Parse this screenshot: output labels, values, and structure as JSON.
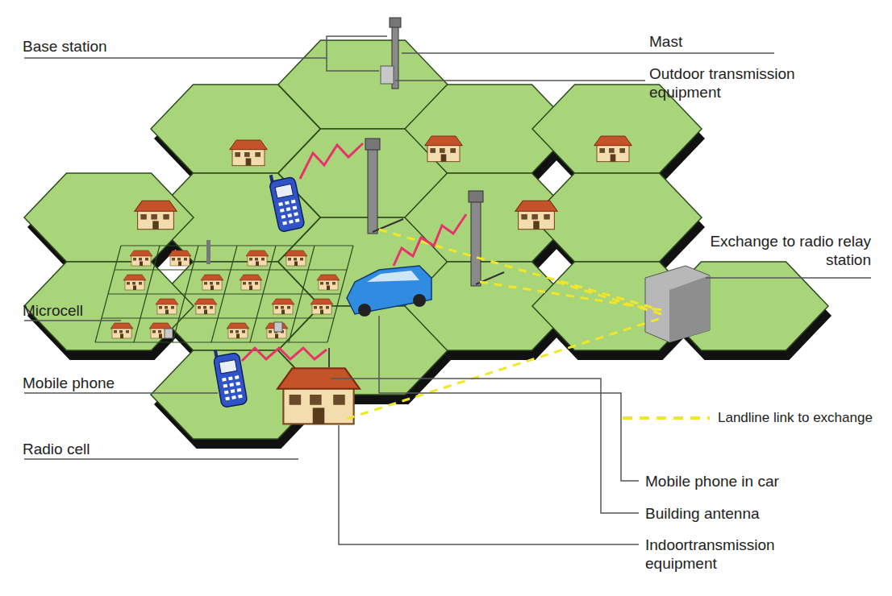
{
  "diagram": {
    "labels": [
      "Base station",
      "Mast",
      "Outdoor transmission equipment",
      "Exchange to radio relay station",
      "Microcell",
      "Mobile phone",
      "Radio cell",
      "Mobile phone in car",
      "Building antenna",
      "Indoortransmission equipment"
    ],
    "legend": [
      {
        "text": "Landline link to exchange"
      }
    ]
  }
}
